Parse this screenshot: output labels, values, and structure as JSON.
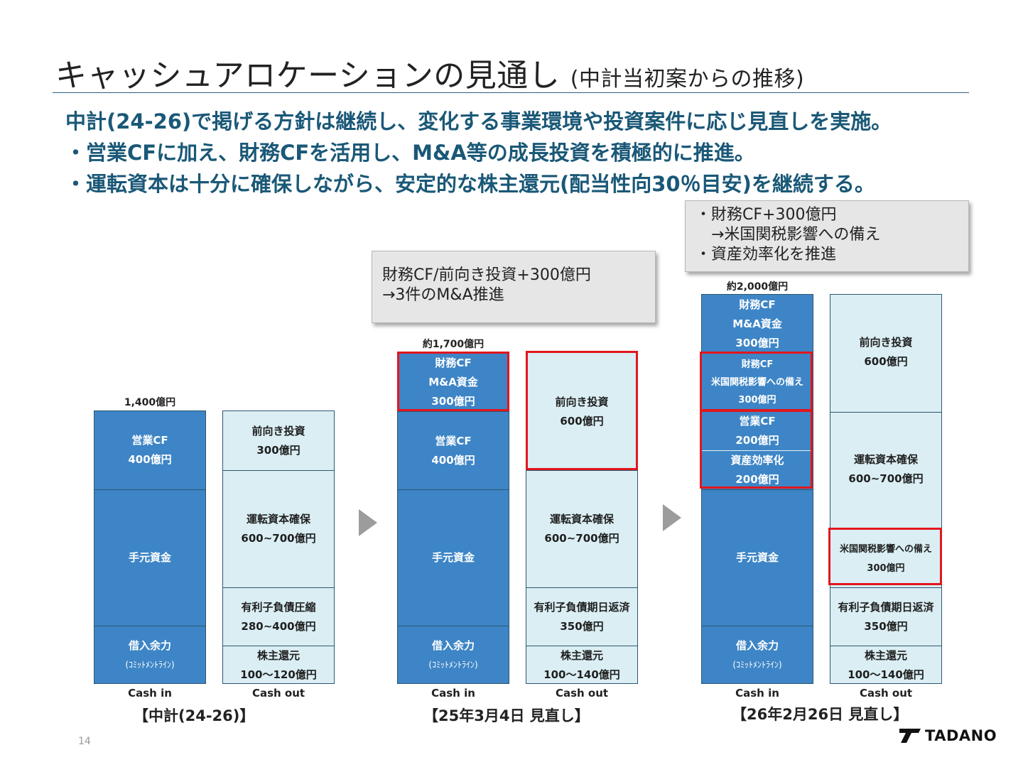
{
  "title": {
    "main": "キャッシュアロケーションの見通し",
    "sub": "(中計当初案からの推移)"
  },
  "lead": [
    "中計(24-26)で掲げる方針は継続し、変化する事業環境や投資案件に応じ見直しを実施。",
    "・営業CFに加え、財務CFを活用し、M&A等の成長投資を積極的に推進。",
    "・運転資本は十分に確保しながら、安定的な株主還元(配当性向30％目安)を継続する。"
  ],
  "callouts": {
    "mar25": [
      "財務CF/前向き投資+300億円",
      "→3件のM&A推進"
    ],
    "feb26": [
      "・財務CF+300億円",
      "　→米国関税影響への備え",
      "・資産効率化を推進"
    ]
  },
  "totals": {
    "plan": "1,400億円",
    "mar25": "約1,700億円",
    "feb26": "約2,000億円"
  },
  "plan": {
    "in": [
      {
        "l1": "営業CF",
        "l2": "400億円"
      },
      {
        "l1": "手元資金"
      },
      {
        "l1": "借入余力",
        "l2": "(ｺﾐｯﾄﾒﾝﾄﾗｲﾝ)"
      }
    ],
    "out": [
      {
        "l1": "前向き投資",
        "l2": "300億円"
      },
      {
        "l1": "運転資本確保",
        "l2": "600~700億円"
      },
      {
        "l1": "有利子負債圧縮",
        "l2": "280~400億円"
      },
      {
        "l1": "株主還元",
        "l2": "100～120億円"
      }
    ]
  },
  "mar25": {
    "in": [
      {
        "l1": "財務CF",
        "l2": "M&A資金",
        "l3": "300億円"
      },
      {
        "l1": "営業CF",
        "l2": "400億円"
      },
      {
        "l1": "手元資金"
      },
      {
        "l1": "借入余力",
        "l2": "(ｺﾐｯﾄﾒﾝﾄﾗｲﾝ)"
      }
    ],
    "out": [
      {
        "l1": "前向き投資",
        "l2": "600億円"
      },
      {
        "l1": "運転資本確保",
        "l2": "600~700億円"
      },
      {
        "l1": "有利子負債期日返済",
        "l2": "350億円"
      },
      {
        "l1": "株主還元",
        "l2": "100～140億円"
      }
    ]
  },
  "feb26": {
    "in": [
      {
        "l1": "財務CF",
        "l2": "M&A資金",
        "l3": "300億円"
      },
      {
        "l1": "財務CF",
        "l2": "米国関税影響への備え",
        "l3": "300億円"
      },
      {
        "l1": "営業CF",
        "l2": "200億円"
      },
      {
        "l1": "資産効率化",
        "l2": "200億円"
      },
      {
        "l1": "手元資金"
      },
      {
        "l1": "借入余力",
        "l2": "(ｺﾐｯﾄﾒﾝﾄﾗｲﾝ)"
      }
    ],
    "out": [
      {
        "l1": "前向き投資",
        "l2": "600億円"
      },
      {
        "l1": "運転資本確保",
        "l2": "600~700億円"
      },
      {
        "l1": "米国関税影響への備え",
        "l2": "300億円"
      },
      {
        "l1": "有利子負債期日返済",
        "l2": "350億円"
      },
      {
        "l1": "株主還元",
        "l2": "100～140億円"
      }
    ]
  },
  "col_labels": {
    "in": "Cash in",
    "out": "Cash out"
  },
  "captions": {
    "plan": "【中計(24-26)】",
    "mar25": "【25年3月4日 見直し】",
    "feb26": "【26年2月26日 見直し】"
  },
  "page_number": "14",
  "logo": {
    "text": "TADANO",
    "name": "tadano-logo-icon"
  },
  "colors": {
    "cash_in": "#3d85c6",
    "cash_out": "#daeef3",
    "highlight": "#e2161d",
    "lead_text": "#1a5877"
  }
}
